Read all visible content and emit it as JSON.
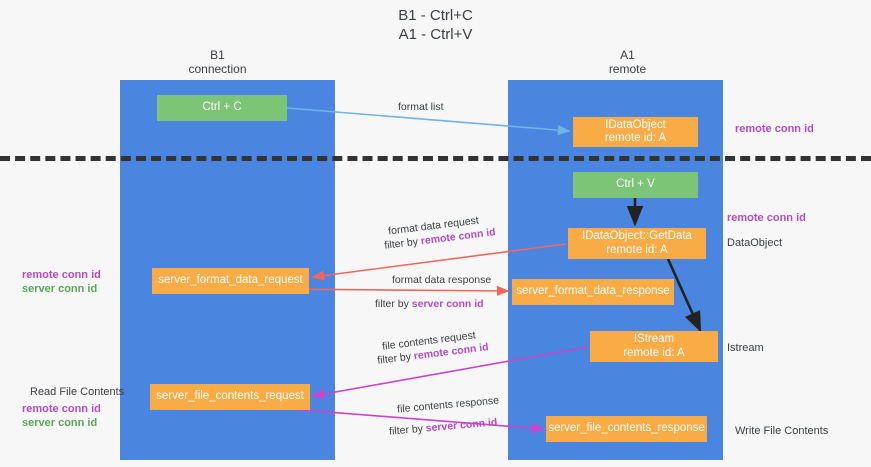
{
  "title": "B1 - Ctrl+C\nA1 - Ctrl+V",
  "lanes": [
    {
      "id": "b1",
      "header": "B1\nconnection",
      "color": "#4a86e0"
    },
    {
      "id": "a1",
      "header": "A1\nremote",
      "color": "#4a86e0"
    }
  ],
  "nodes": {
    "ctrl_c": "Ctrl + C",
    "idataobject": "IDataObject\nremote id: A",
    "ctrl_v": "Ctrl + V",
    "getdata": "IDataObject::GetData\nremote id: A",
    "server_format_data_request": "server_format_data_request",
    "server_format_data_response": "server_format_data_response",
    "istream": "IStream\nremote id: A",
    "server_file_contents_request": "server_file_contents_request",
    "server_file_contents_response": "server_file_contents_response"
  },
  "edges": {
    "format_list": "format list",
    "format_data_request": "format data request",
    "filter_by": "filter by ",
    "remote_conn_id": "remote conn id",
    "server_conn_id": "server conn id",
    "format_data_response": "format data response",
    "file_contents_request": "file contents request",
    "file_contents_response": "file contents response"
  },
  "side_labels": {
    "remote_conn_id_top": "remote conn id",
    "remote_conn_id_mid": "remote conn id",
    "dataobject": "DataObject",
    "istream": "Istream",
    "write_file_contents": "Write File Contents",
    "read_file_contents": "Read File Contents"
  },
  "legend": {
    "remote_conn_id": "remote conn id",
    "server_conn_id": "server conn id"
  },
  "colors": {
    "lane": "#4a86e0",
    "node_green": "#7cc576",
    "node_orange": "#f9ac46",
    "accent_purple": "#b44bc8",
    "accent_green": "#5aa85a",
    "arrow_blue": "#6fb3e8",
    "arrow_red": "#f4665a",
    "arrow_magenta": "#cc44cc",
    "arrow_black": "#222222",
    "divider": "#333333",
    "background": "#f7f7f7"
  }
}
